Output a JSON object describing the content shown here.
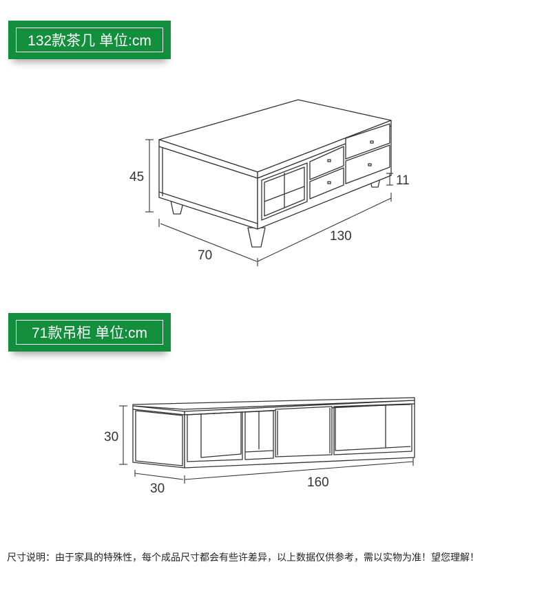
{
  "sections": [
    {
      "title": "132款茶几 单位:cm",
      "dimensions": {
        "height": "45",
        "leg_height": "11",
        "length": "130",
        "depth": "70"
      }
    },
    {
      "title": "71款吊柜 单位:cm",
      "dimensions": {
        "height": "30",
        "depth": "30",
        "length": "160"
      }
    }
  ],
  "footer": {
    "note": "尺寸说明：由于家具的特殊性，每个成品尺寸都会有些许差异，以上数据仅供参考，需以实物为准！望您理解！"
  },
  "colors": {
    "badge_green": "#138e3c",
    "line": "#333333",
    "panel_fill": "#ffffff"
  }
}
